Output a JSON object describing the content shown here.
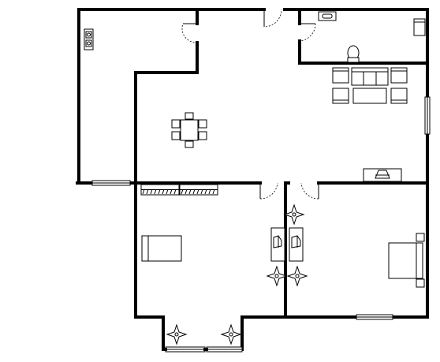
{
  "plan": {
    "background": "#ffffff",
    "wall_color": "#000000",
    "rooms": [
      "kitchen",
      "bathroom",
      "living-dining-room",
      "bedroom-left",
      "bedroom-right",
      "bay-window-balcony"
    ],
    "furniture_icons": [
      "stove-icon",
      "washbasin-icon",
      "toilet-icon",
      "washing-machine-icon",
      "sofa-icon",
      "armchair-icon",
      "coffee-table-icon",
      "dining-table-icon",
      "tv-cabinet-icon",
      "wardrobe-icon",
      "bed-icon",
      "nightstand-icon",
      "plant-icon"
    ]
  }
}
